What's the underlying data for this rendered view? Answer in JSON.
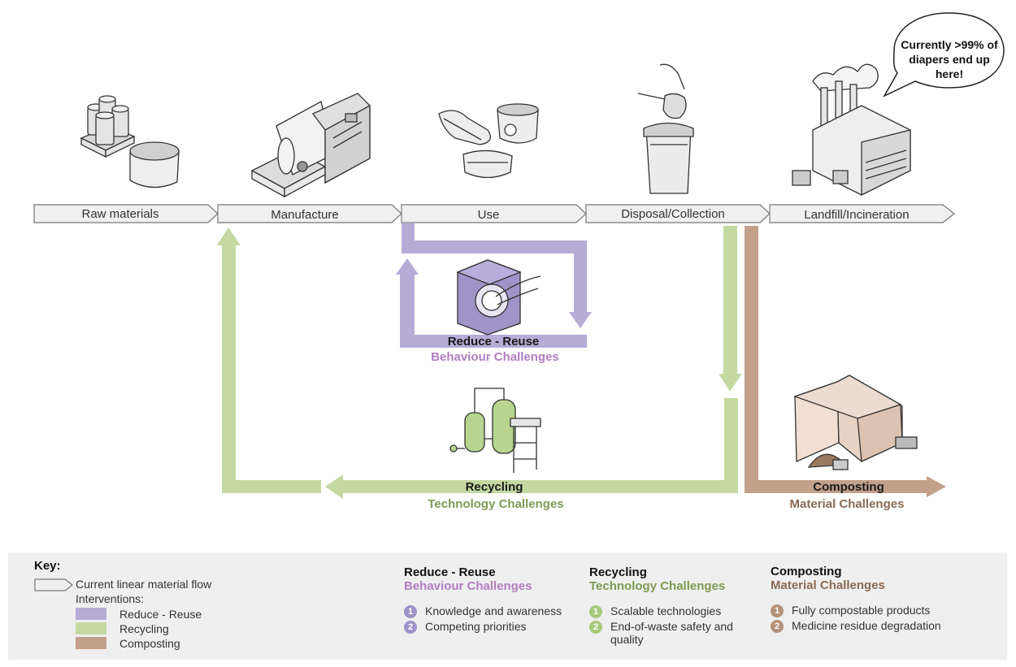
{
  "stages": [
    "Raw materials",
    "Manufacture",
    "Use",
    "Disposal/Collection",
    "Landfill/Incineration"
  ],
  "bubble": {
    "lines": [
      "Currently >99% of",
      "diapers end up",
      "here!"
    ]
  },
  "loops": {
    "reuse": {
      "title": "Reduce - Reuse",
      "subtitle": "Behaviour Challenges"
    },
    "recycling": {
      "title": "Recycling",
      "subtitle": "Technology Challenges"
    },
    "composting": {
      "title": "Composting",
      "subtitle": "Material Challenges"
    }
  },
  "key": {
    "title": "Key:",
    "flow_label": "Current linear material flow",
    "interventions_label": "Interventions:",
    "swatches": [
      {
        "label": "Reduce - Reuse",
        "color": "#b6acd6"
      },
      {
        "label": "Recycling",
        "color": "#c4d9a2"
      },
      {
        "label": "Composting",
        "color": "#c2a08a"
      }
    ],
    "columns": [
      {
        "title": "Reduce - Reuse",
        "subtitle": "Behaviour Challenges",
        "color": "#b07ec0",
        "items": [
          "Knowledge and awareness",
          "Competing priorities"
        ]
      },
      {
        "title": "Recycling",
        "subtitle": "Technology Challenges",
        "color": "#7e9a52",
        "items": [
          "Scalable technologies",
          "End-of-waste safety and quality"
        ]
      },
      {
        "title": "Composting",
        "subtitle": "Material Challenges",
        "color": "#8a6a55",
        "items": [
          "Fully compostable products",
          "Medicine residue degradation"
        ]
      }
    ]
  },
  "colors": {
    "reuse": "#b6acd6",
    "recycling": "#c4d9a2",
    "composting": "#c2a08a",
    "flow_fill": "#f0f0f0",
    "flow_stroke": "#777777"
  },
  "icons": [
    "barrels-and-bulk-bag-icon",
    "manufacturing-machine-icon",
    "diapers-icon",
    "trash-bin-icon",
    "factory-icon",
    "washing-machine-icon",
    "recycling-plant-icon",
    "compost-facility-icon"
  ]
}
